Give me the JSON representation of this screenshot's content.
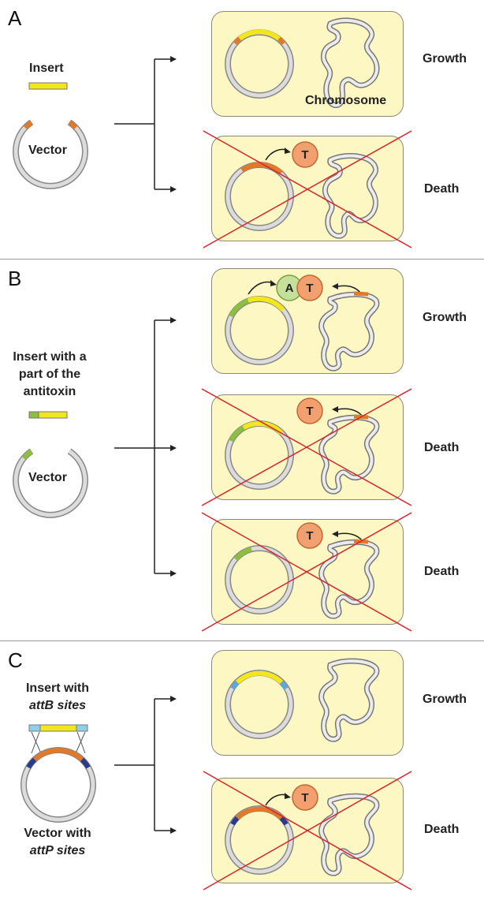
{
  "colors": {
    "cell_fill": "#fdf7c3",
    "insert_yellow": "#f2e61d",
    "toxin_orange": "#e07a2a",
    "antitoxin_green": "#8cbf3f",
    "att_light_blue": "#8fd0e8",
    "att_dark_blue": "#2a3a8c",
    "cross_red": "#d9252a",
    "plasmid_gray": "#d8d8d8"
  },
  "panelA": {
    "letter": "A",
    "insert_label": "Insert",
    "vector_label": "Vector",
    "chromosome_label": "Chromosome",
    "outcome_1": "Growth",
    "outcome_2": "Death",
    "toxin_letter": "T"
  },
  "panelB": {
    "letter": "B",
    "insert_label_line1": "Insert with a",
    "insert_label_line2": "part of the",
    "insert_label_line3": "antitoxin",
    "vector_label": "Vector",
    "outcome_1": "Growth",
    "outcome_2": "Death",
    "outcome_3": "Death",
    "antitoxin_letter": "A",
    "toxin_letter": "T"
  },
  "panelC": {
    "letter": "C",
    "insert_label_line1": "Insert with",
    "insert_label_line2": "attB sites",
    "vector_label_line1": "Vector with",
    "vector_label_line2": "attP sites",
    "outcome_1": "Growth",
    "outcome_2": "Death",
    "toxin_letter": "T"
  }
}
